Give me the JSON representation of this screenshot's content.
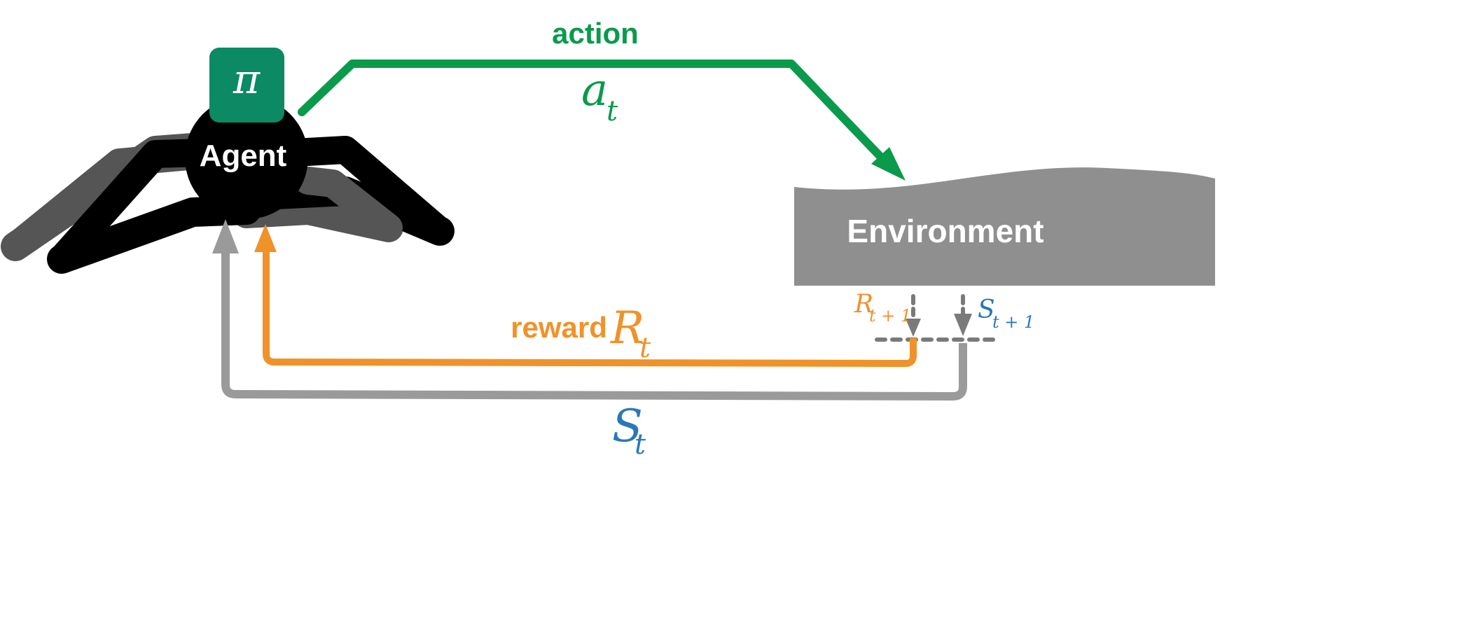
{
  "agent": {
    "label": "Agent",
    "policy_symbol": "π"
  },
  "environment": {
    "label": "Environment"
  },
  "action": {
    "label": "action",
    "symbol": "a",
    "subscript": "t"
  },
  "reward": {
    "label": "reward",
    "symbol": "R",
    "subscript": "t",
    "next_symbol": "R",
    "next_subscript": "t + 1"
  },
  "state": {
    "symbol": "S",
    "subscript": "t",
    "next_symbol": "S",
    "next_subscript": "t + 1"
  },
  "colors": {
    "action": "#0a9a4c",
    "policy_box": "#0b8a64",
    "reward": "#f0922a",
    "state_arrow": "#9a9a9a",
    "state_text": "#2a78b8",
    "environment": "#8f8f8f",
    "agent": "#000000",
    "agent_legs_back": "#555555"
  }
}
